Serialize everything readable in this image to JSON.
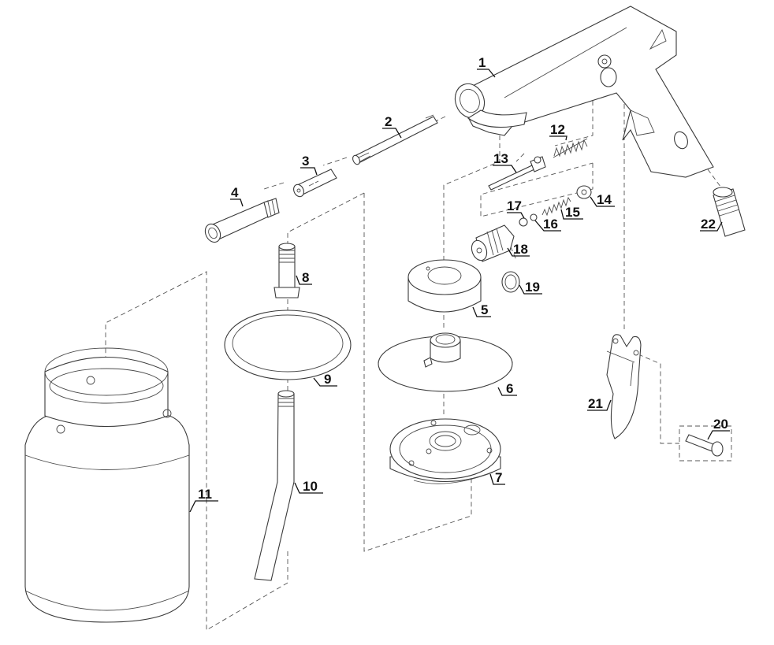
{
  "diagram": {
    "title": "Spray gun exploded parts view",
    "line_color": "#3a3a3a",
    "background": "#ffffff",
    "callouts": [
      {
        "id": "1",
        "label": "1",
        "part": "gun-body"
      },
      {
        "id": "2",
        "label": "2",
        "part": "extension-tube"
      },
      {
        "id": "3",
        "label": "3",
        "part": "nozzle-insert"
      },
      {
        "id": "4",
        "label": "4",
        "part": "nozzle-nut"
      },
      {
        "id": "5",
        "label": "5",
        "part": "ring-collar"
      },
      {
        "id": "6",
        "label": "6",
        "part": "lid-plate"
      },
      {
        "id": "7",
        "label": "7",
        "part": "cup-lid"
      },
      {
        "id": "8",
        "label": "8",
        "part": "threaded-connector"
      },
      {
        "id": "9",
        "label": "9",
        "part": "seal-ring"
      },
      {
        "id": "10",
        "label": "10",
        "part": "suction-tube"
      },
      {
        "id": "11",
        "label": "11",
        "part": "paint-cup"
      },
      {
        "id": "12",
        "label": "12",
        "part": "spring"
      },
      {
        "id": "13",
        "label": "13",
        "part": "valve-needle"
      },
      {
        "id": "14",
        "label": "14",
        "part": "washer"
      },
      {
        "id": "15",
        "label": "15",
        "part": "small-spring"
      },
      {
        "id": "16",
        "label": "16",
        "part": "small-washer"
      },
      {
        "id": "17",
        "label": "17",
        "part": "disc"
      },
      {
        "id": "18",
        "label": "18",
        "part": "valve-housing"
      },
      {
        "id": "19",
        "label": "19",
        "part": "o-ring"
      },
      {
        "id": "20",
        "label": "20",
        "part": "pin"
      },
      {
        "id": "21",
        "label": "21",
        "part": "trigger"
      },
      {
        "id": "22",
        "label": "22",
        "part": "air-inlet-fitting"
      }
    ]
  }
}
